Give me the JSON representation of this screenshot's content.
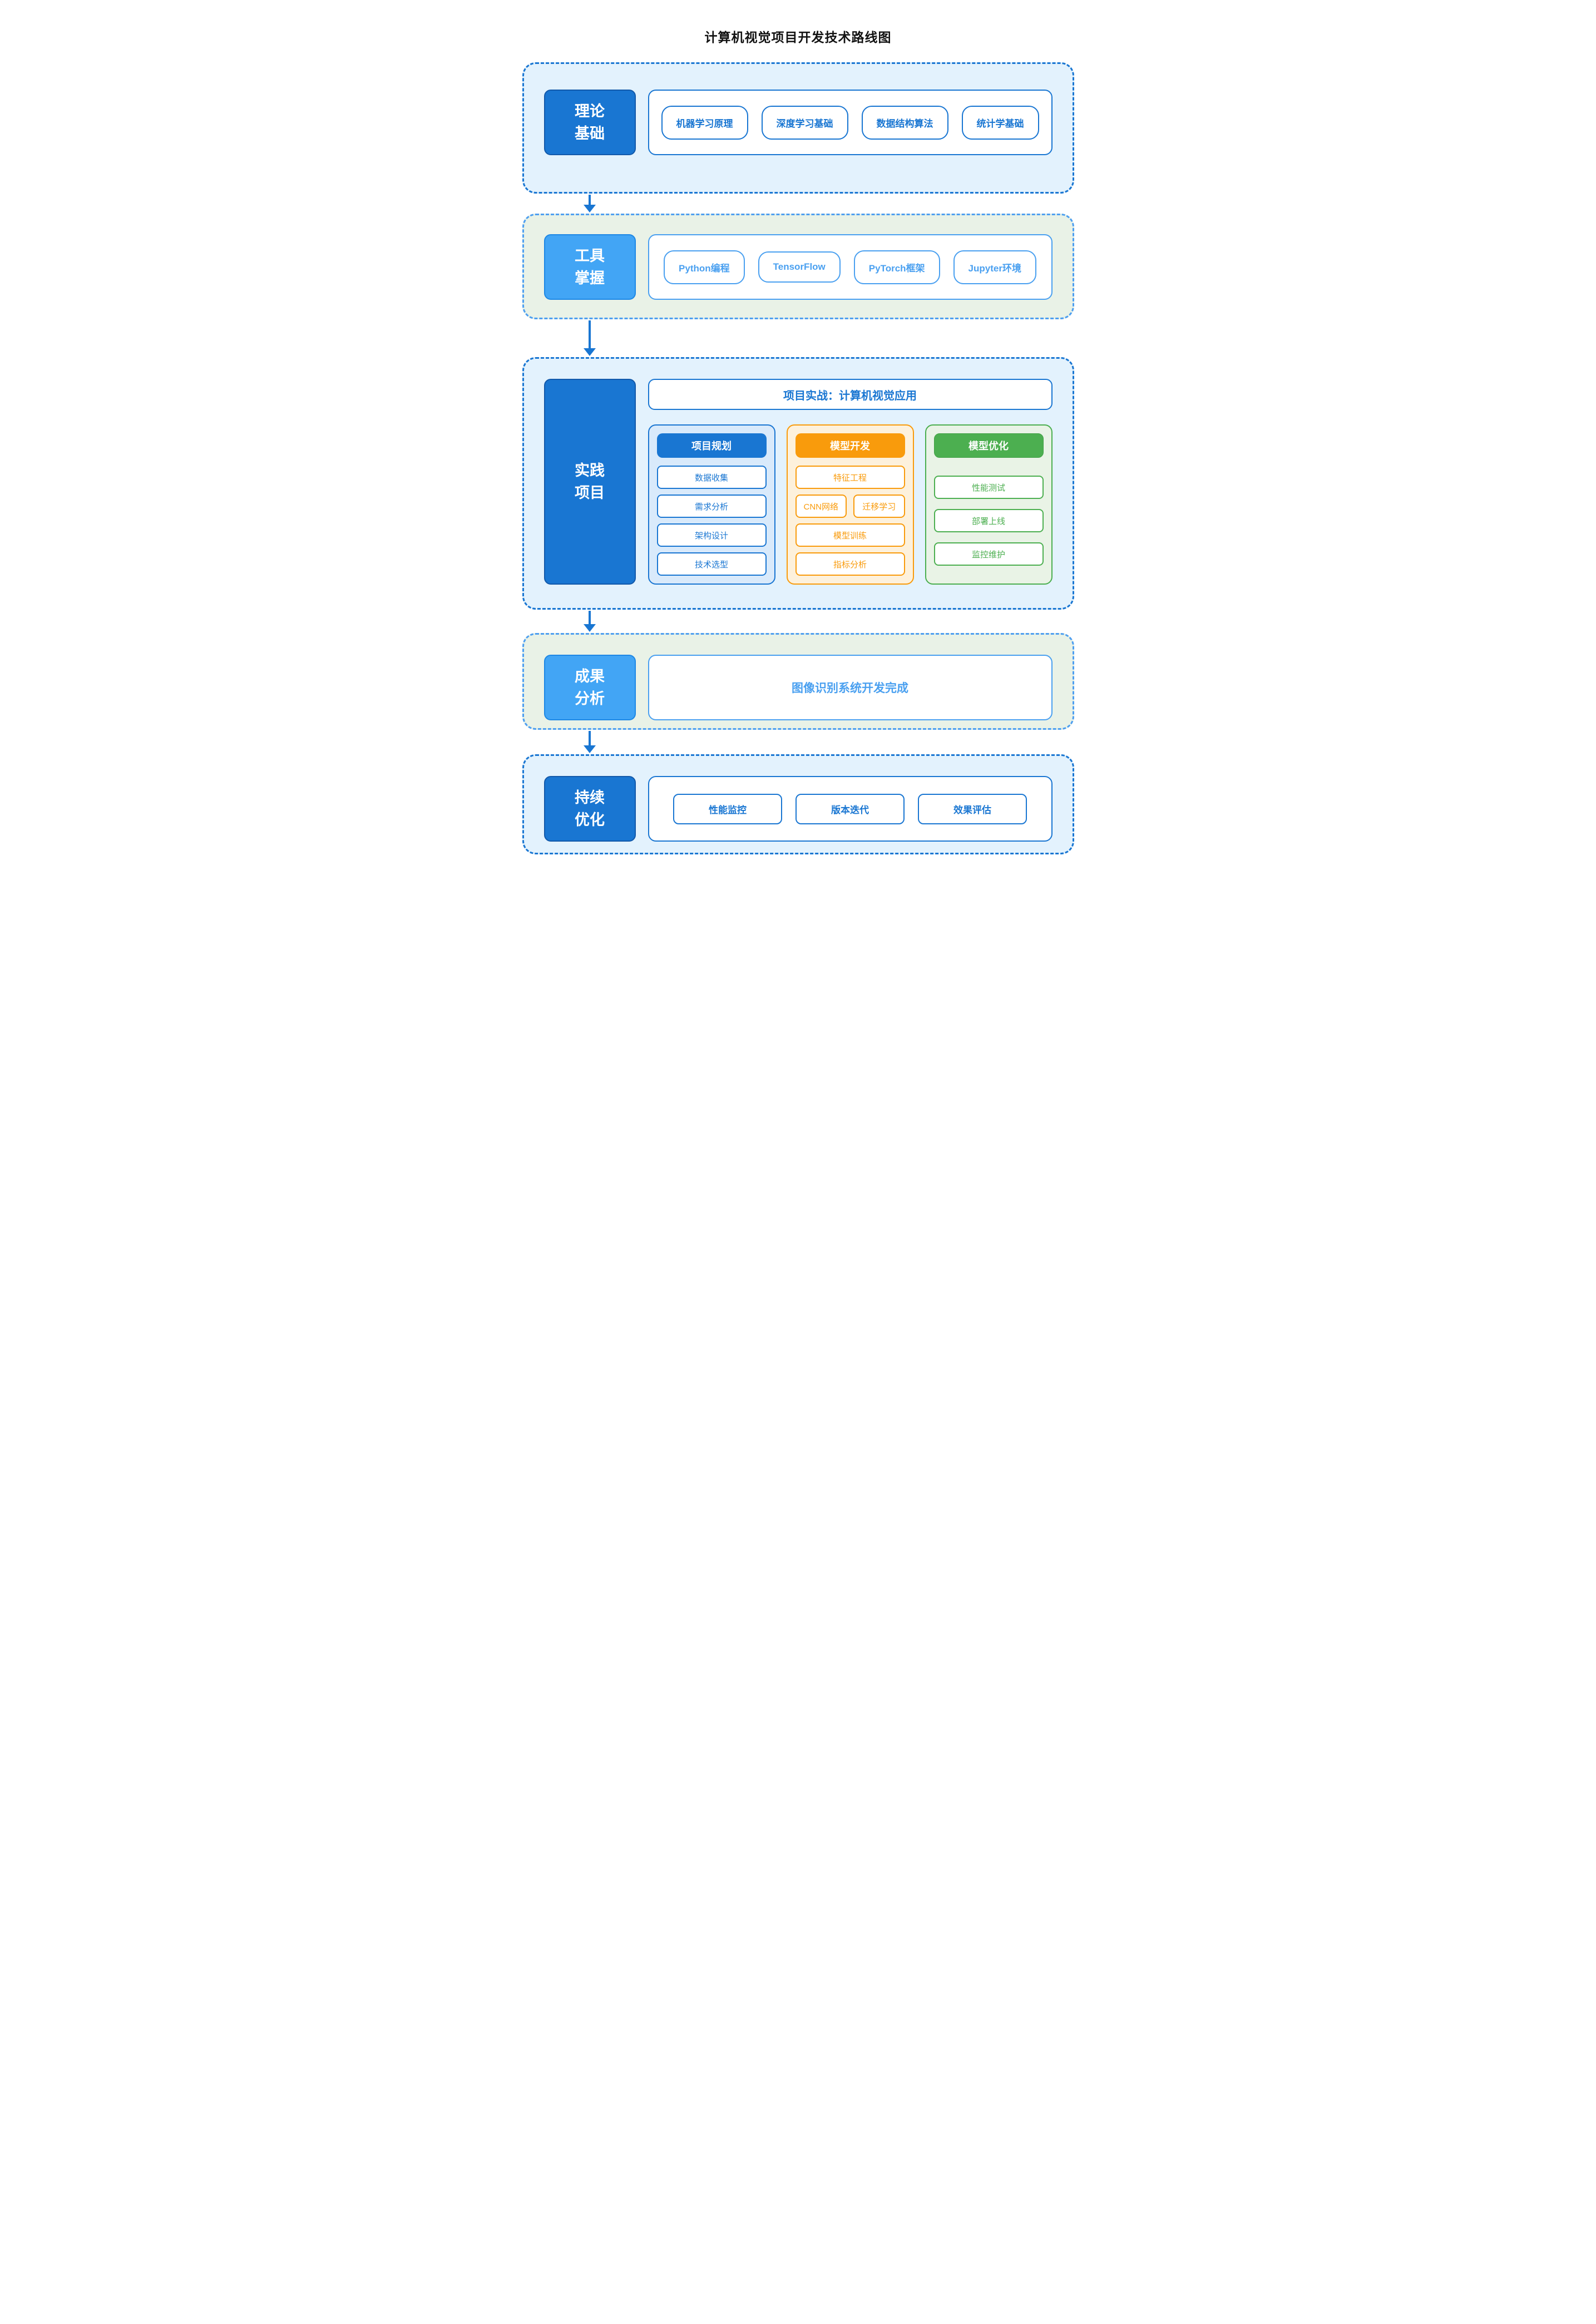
{
  "title": "计算机视觉项目开发技术路线图",
  "colors": {
    "blue_dark": "#1976d2",
    "blue_dark_border": "#1259aa",
    "blue_light": "#42a5f5",
    "blue_light_border": "#1e88e5",
    "blue_soft": "#4aa0f0",
    "bg_blue": "#e3f2fd",
    "bg_green": "#e9f2e7",
    "dash_light": "#4e9ff0",
    "col_blue_bg": "#d9eafb",
    "orange": "#f99b0c",
    "orange_bg": "#fdf1dc",
    "green": "#4caf50",
    "green_bg": "#e9f3e6",
    "green_border": "#43a047",
    "title_color": "#111111"
  },
  "sections": [
    {
      "label_lines": [
        "理论",
        "基础"
      ],
      "pills": [
        "机器学习原理",
        "深度学习基础",
        "数据结构算法",
        "统计学基础"
      ]
    },
    {
      "label_lines": [
        "工具",
        "掌握"
      ],
      "pills": [
        "Python编程",
        "TensorFlow",
        "PyTorch框架",
        "Jupyter环境"
      ]
    },
    {
      "label_lines": [
        "实践",
        "项目"
      ],
      "header": "项目实战：计算机视觉应用",
      "columns": [
        {
          "title": "项目规划",
          "items": [
            "数据收集",
            "需求分析",
            "架构设计",
            "技术选型"
          ]
        },
        {
          "title": "模型开发",
          "items": [
            "特征工程",
            "CNN网络",
            "迁移学习",
            "模型训练",
            "指标分析"
          ]
        },
        {
          "title": "模型优化",
          "items": [
            "性能测试",
            "部署上线",
            "监控维护"
          ]
        }
      ]
    },
    {
      "label_lines": [
        "成果",
        "分析"
      ],
      "banner": "图像识别系统开发完成"
    },
    {
      "label_lines": [
        "持续",
        "优化"
      ],
      "pills": [
        "性能监控",
        "版本迭代",
        "效果评估"
      ]
    }
  ]
}
